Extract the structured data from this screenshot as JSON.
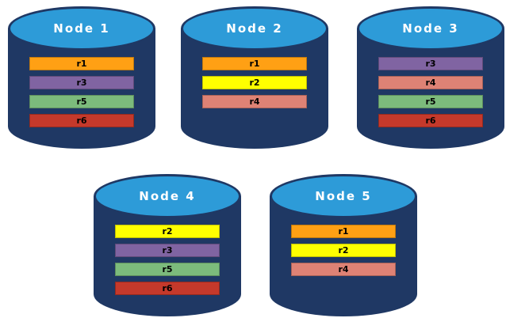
{
  "diagram": {
    "nodes": [
      {
        "label": "Node 1",
        "rows": [
          "r1",
          "r3",
          "r5",
          "r6"
        ]
      },
      {
        "label": "Node 2",
        "rows": [
          "r1",
          "r2",
          "r4"
        ]
      },
      {
        "label": "Node 3",
        "rows": [
          "r3",
          "r4",
          "r5",
          "r6"
        ]
      },
      {
        "label": "Node 4",
        "rows": [
          "r2",
          "r3",
          "r5",
          "r6"
        ]
      },
      {
        "label": "Node 5",
        "rows": [
          "r1",
          "r2",
          "r4"
        ]
      }
    ],
    "row_colors": {
      "r1": "#FFA014",
      "r2": "#FFFF00",
      "r3": "#8064A2",
      "r4": "#DE8275",
      "r5": "#7CBB7C",
      "r6": "#C5392B"
    },
    "colors": {
      "cylinder_body": "#1F3864",
      "cylinder_top": "#2D9BD8",
      "node_label_text": "#FFFFFF",
      "row_label_text": "#000000",
      "background": "#FFFFFF"
    }
  }
}
